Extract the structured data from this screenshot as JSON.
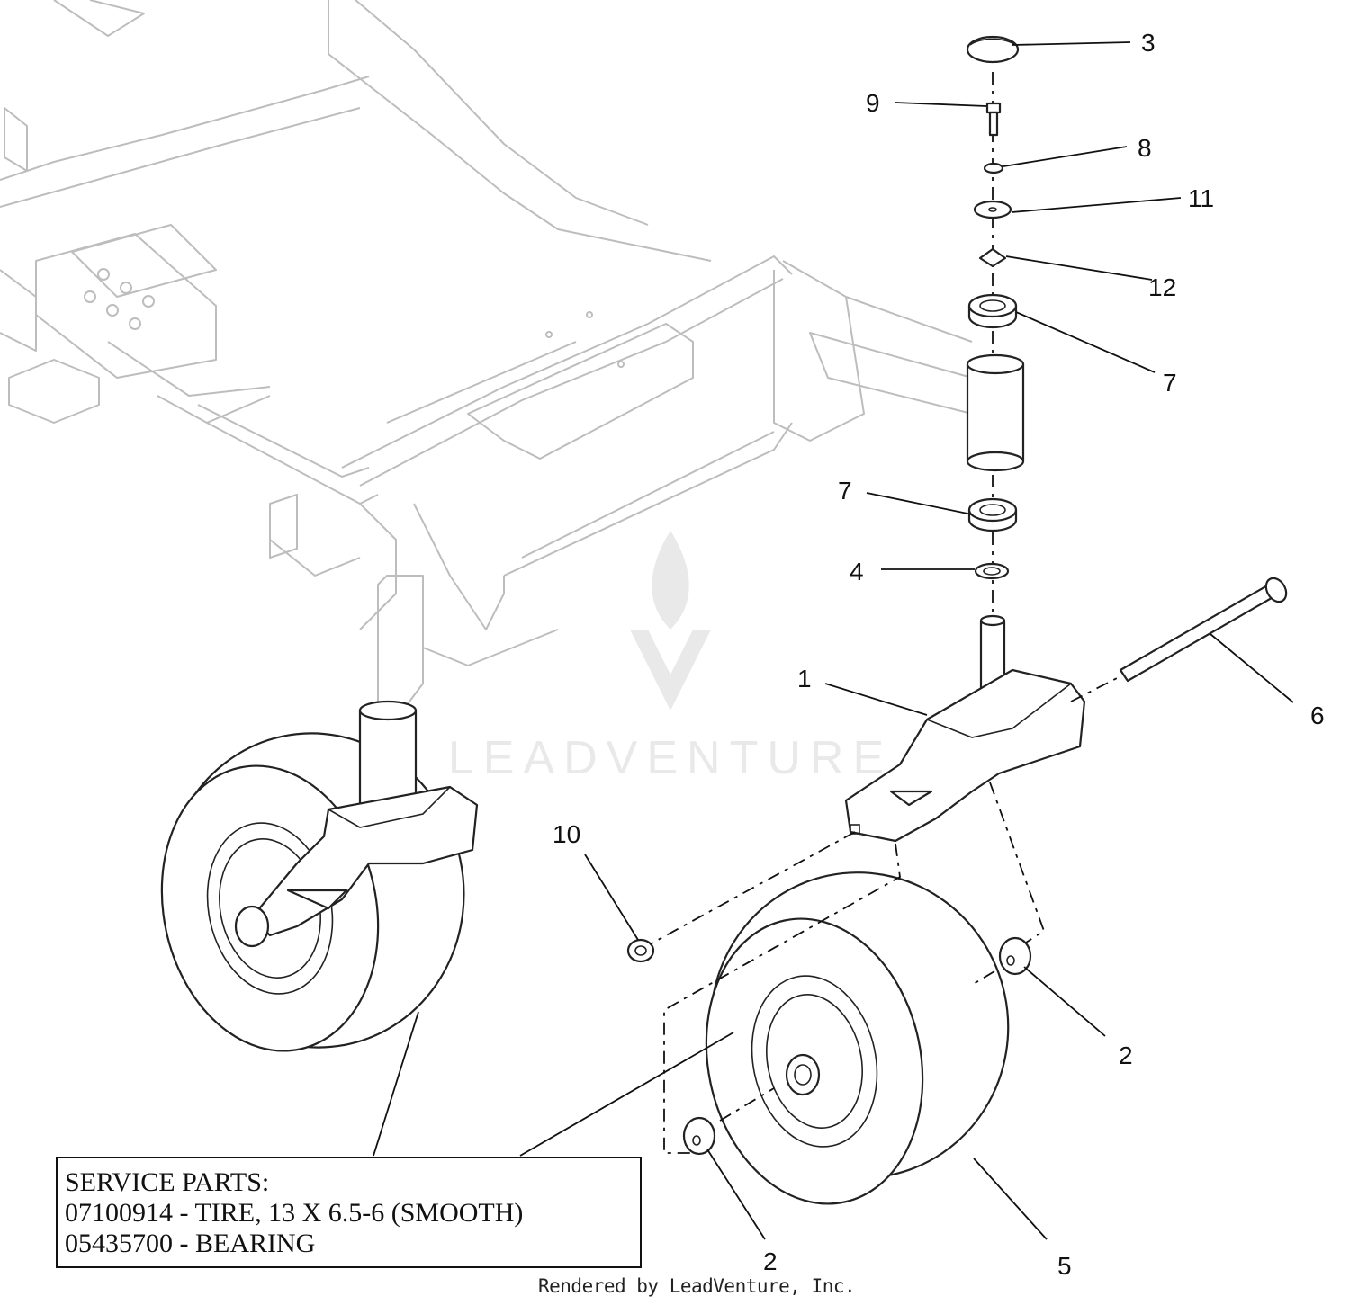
{
  "service_box": {
    "heading": "SERVICE PARTS:",
    "lines": [
      "07100914 - TIRE, 13 X 6.5-6 (SMOOTH)",
      "05435700 - BEARING"
    ]
  },
  "callouts": {
    "c1": "1",
    "c2a": "2",
    "c2b": "2",
    "c3": "3",
    "c4": "4",
    "c5": "5",
    "c6": "6",
    "c7a": "7",
    "c7b": "7",
    "c8": "8",
    "c9": "9",
    "c10": "10",
    "c11": "11",
    "c12": "12"
  },
  "watermark": {
    "text": "LEADVENTURE"
  },
  "footer": {
    "text": "Rendered by LeadVenture, Inc."
  }
}
